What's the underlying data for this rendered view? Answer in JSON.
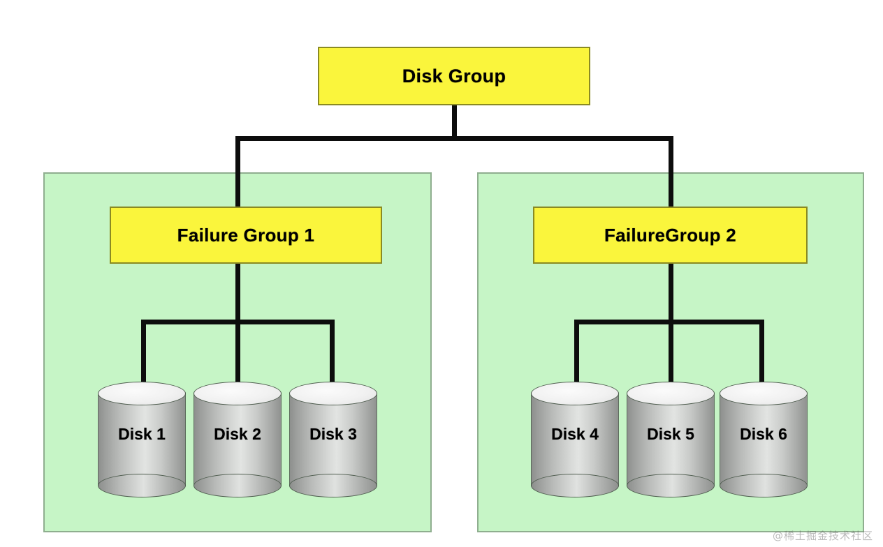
{
  "diagram": {
    "title": "Disk Group",
    "root": {
      "label": "Disk Group"
    },
    "groups": [
      {
        "label": "Failure Group 1",
        "disks": [
          {
            "label": "Disk 1"
          },
          {
            "label": "Disk 2"
          },
          {
            "label": "Disk 3"
          }
        ]
      },
      {
        "label": "FailureGroup 2",
        "disks": [
          {
            "label": "Disk 4"
          },
          {
            "label": "Disk 5"
          },
          {
            "label": "Disk 6"
          }
        ]
      }
    ]
  },
  "watermark": {
    "text": "@稀土掘金技术社区"
  },
  "colors": {
    "box_fill": "#faf53c",
    "box_border": "#8a8a22",
    "panel_fill": "#c6f5c6",
    "panel_border": "#8fae8f",
    "connector": "#0d0d0d",
    "disk_light": "#e2e4e2",
    "disk_dark": "#8d8f8d",
    "background": "#ffffff"
  }
}
